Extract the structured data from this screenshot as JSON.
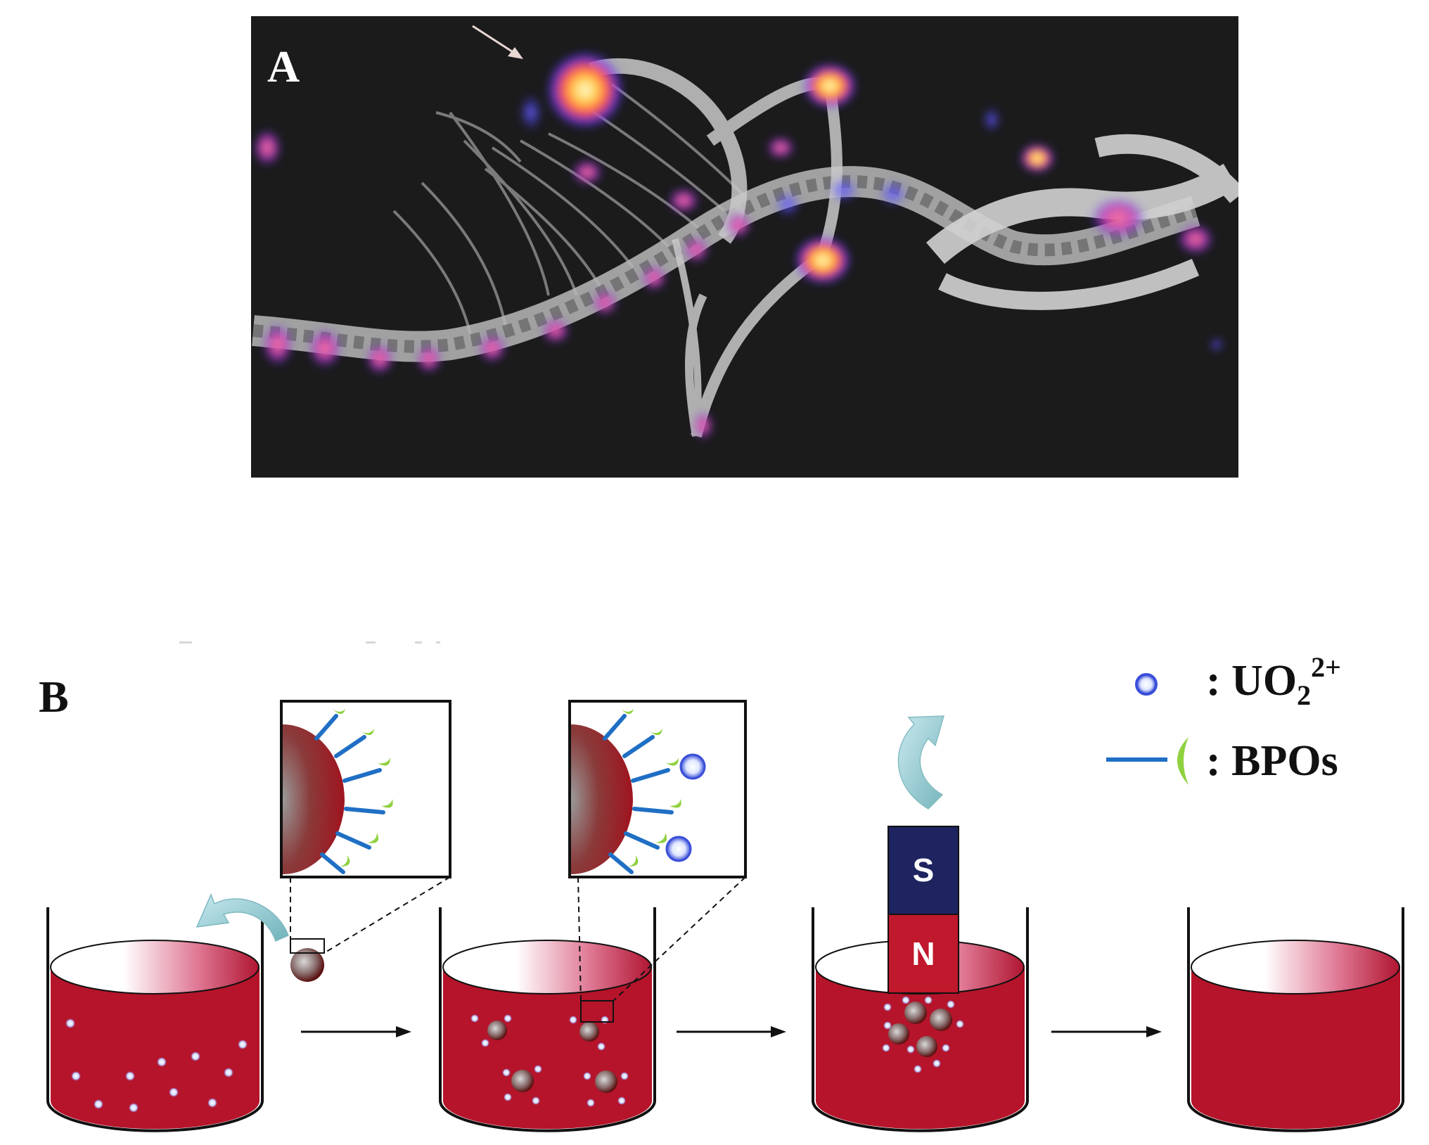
{
  "panel_a": {
    "label": "A"
  },
  "panel_b": {
    "label": "B",
    "magnet": {
      "top": "S",
      "bottom": "N"
    },
    "legend": [
      {
        "icon": "uranyl-ion-icon",
        "text": ": UO",
        "sub": "2",
        "sup": "2+"
      },
      {
        "icon": "bpo-ligand-icon",
        "text": ": BPOs"
      }
    ]
  },
  "colors": {
    "beaker_red": "#b5142a",
    "ion_blue": "#3a4fd8",
    "ligand_stem": "#1f6fc4",
    "ligand_cup": "#8fd13f",
    "magnet_s": "#1e2460",
    "magnet_n": "#c0182c",
    "arrow_teal": "#8fc9d4"
  }
}
